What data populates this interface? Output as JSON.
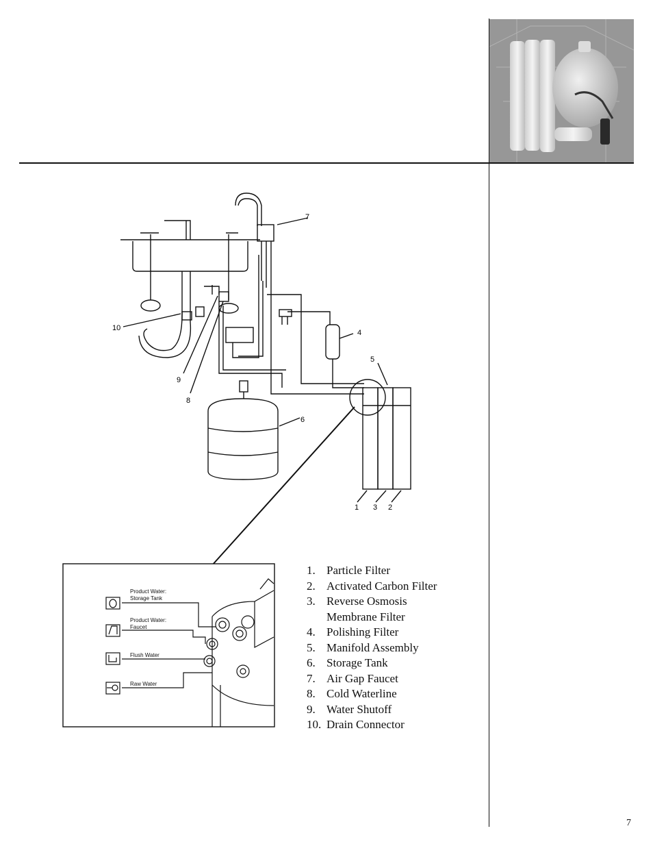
{
  "page_number": "7",
  "diagram_callouts": [
    "1",
    "2",
    "3",
    "4",
    "5",
    "6",
    "7",
    "8",
    "9",
    "10"
  ],
  "legend": [
    {
      "num": "1.",
      "label": "Particle Filter"
    },
    {
      "num": "2.",
      "label": "Activated Carbon Filter"
    },
    {
      "num": "3.",
      "label": "Reverse Osmosis"
    },
    {
      "num": "",
      "label": "Membrane Filter"
    },
    {
      "num": "4.",
      "label": "Polishing Filter"
    },
    {
      "num": "5.",
      "label": "Manifold Assembly"
    },
    {
      "num": "6.",
      "label": "Storage Tank"
    },
    {
      "num": "7.",
      "label": "Air Gap Faucet"
    },
    {
      "num": "8.",
      "label": "Cold Waterline"
    },
    {
      "num": "9.",
      "label": "Water Shutoff"
    },
    {
      "num": "10.",
      "label": "Drain Connector"
    }
  ],
  "inset_labels": {
    "storage_line1": "Product Water:",
    "storage_line2": "Storage Tank",
    "faucet_line1": "Product Water:",
    "faucet_line2": "Faucet",
    "flush": "Flush Water",
    "raw": "Raw Water"
  }
}
